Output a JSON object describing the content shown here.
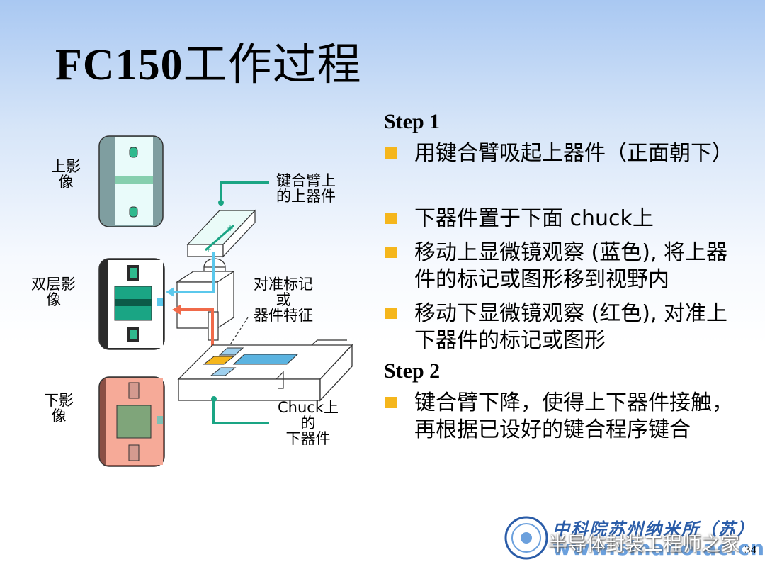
{
  "title": {
    "en": "FC150",
    "cn": "工作过程"
  },
  "diagram": {
    "labels": {
      "upper_image": "上影\n像",
      "dual_image": "双层影\n像",
      "lower_image": "下影\n像",
      "arm_device": "键合臂上\n的上器件",
      "align_mark": "对准标记\n或\n器件特征",
      "chuck_device": "Chuck上\n的\n下器件"
    }
  },
  "steps": [
    {
      "label": "Step 1",
      "bullets": [
        "用键合臂吸起上器件（正面朝下）",
        "下器件置于下面 chuck上",
        "移动上显微镜观察 (蓝色), 将上器件的标记或图形移到视野内",
        "移动下显微镜观察 (红色), 对准上下器件的标记或图形"
      ]
    },
    {
      "label": "Step 2",
      "bullets": [
        "键合臂下降，使得上下器件接触，再根据已设好的键合程序键合"
      ]
    }
  ],
  "footer": {
    "logo_text": "中科院苏州纳米所（苏）",
    "logo_url": "www.sinano.ac.cn",
    "watermark": "半导体封装工程师之家",
    "page_number": "34"
  },
  "colors": {
    "bullet": "#f5b61c",
    "teal": "#1aa584",
    "blue_light": "#5bc8ec",
    "red_light": "#f06a4a",
    "salmon": "#f6aa98"
  }
}
